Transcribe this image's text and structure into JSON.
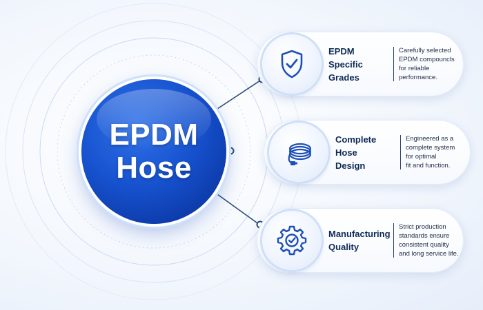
{
  "hub": {
    "line1": "EPDM",
    "line2": "Hose"
  },
  "features": [
    {
      "icon": "shield-check-icon",
      "title_lines": [
        "EPDM",
        "Specific",
        "Grades"
      ],
      "desc_lines": [
        "Carefully selected",
        "EPDM compouncls",
        "for reliable",
        "performance."
      ]
    },
    {
      "icon": "coiled-hose-icon",
      "title_lines": [
        "Complete",
        "Hose",
        "Design"
      ],
      "desc_lines": [
        "Engineered as a",
        "complete system",
        "for optimal",
        "fit and function."
      ]
    },
    {
      "icon": "gear-check-icon",
      "title_lines": [
        "Manufacturing",
        "Quality"
      ],
      "desc_lines": [
        "Strict production",
        "standards ensure",
        "consistent quality",
        "and long service life."
      ]
    }
  ],
  "colors": {
    "primary": "#1752cf",
    "dark": "#0c3aa8",
    "connector": "#2d4a78",
    "text": "#102a55"
  }
}
